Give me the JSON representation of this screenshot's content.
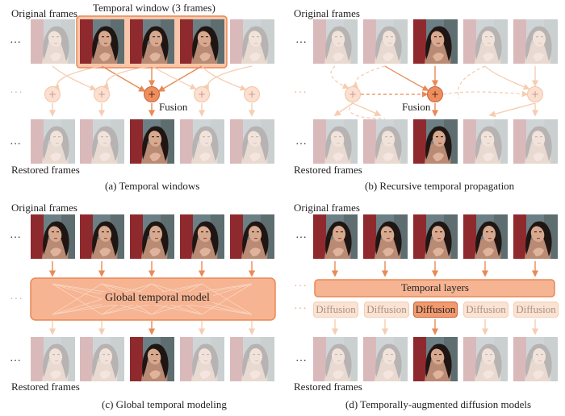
{
  "labels": {
    "original": "Original frames",
    "restored": "Restored frames",
    "ellipsis": "…",
    "ellipsis_dots": "···",
    "plus": "+",
    "fusion": "Fusion",
    "temporal_window": "Temporal window (3 frames)",
    "global_model": "Global temporal model",
    "temporal_layers": "Temporal layers",
    "diffusion": "Diffusion"
  },
  "captions": {
    "a": "(a) Temporal windows",
    "b": "(b) Recursive temporal propagation",
    "c": "(c) Global temporal modeling",
    "d": "(d) Temporally-augmented diffusion models"
  },
  "colors": {
    "accent": "#ee8e5f",
    "accent_light": "#f6b493",
    "arrow": "#e88a55",
    "arrow_faded": "#f6cdb2"
  }
}
